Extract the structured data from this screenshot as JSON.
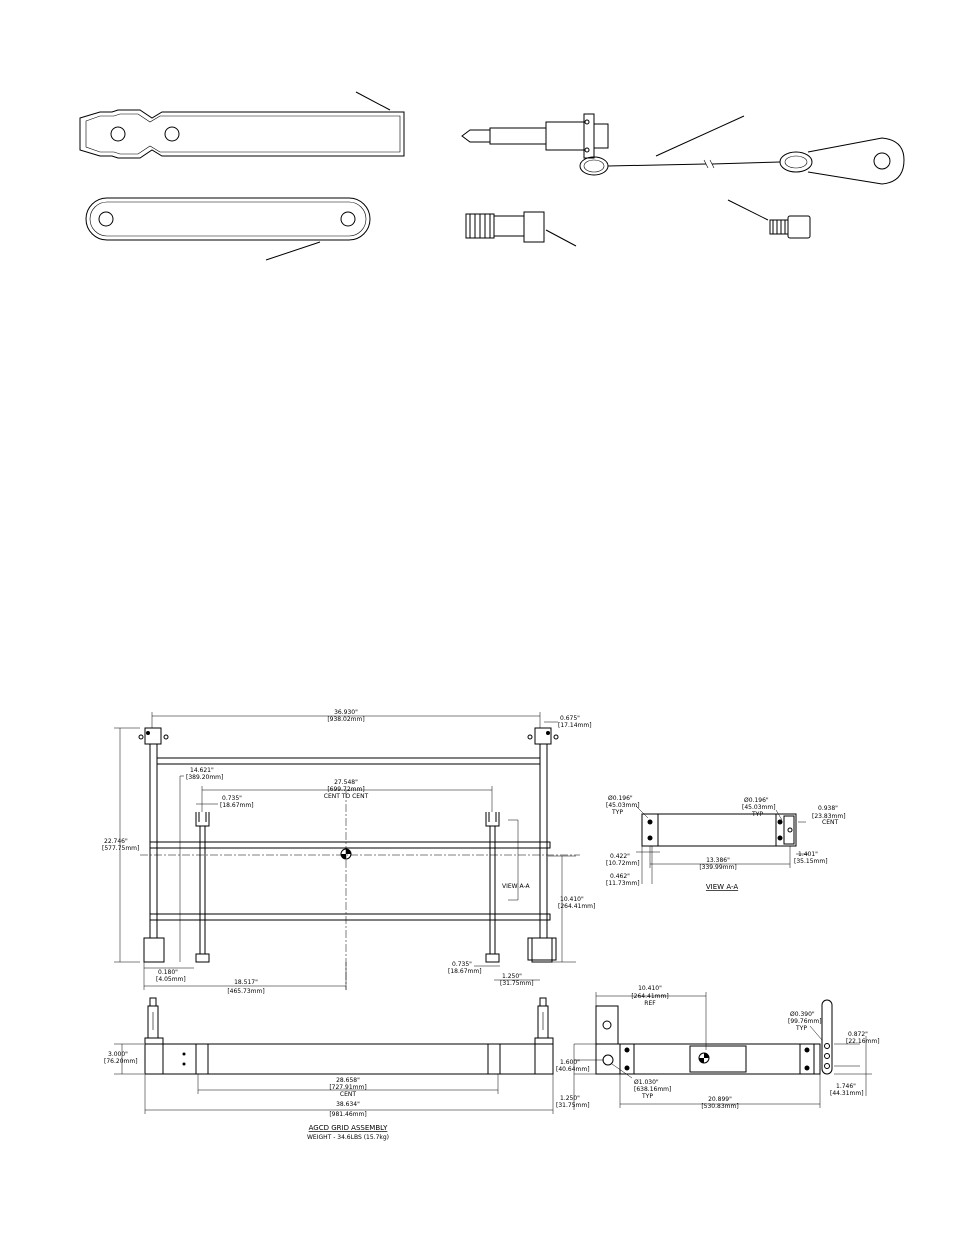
{
  "dims": {
    "overall_top": "36.930\"",
    "overall_top_mm": "[938.02mm]",
    "clevis_w": "0.675\"",
    "clevis_w_mm": "[17.14mm]",
    "height_left": "22.746\"",
    "height_left_mm": "[577.75mm]",
    "d1462": "14.621\"",
    "d1462_mm": "[389.20mm]",
    "cent_to_cent": "27.548\"",
    "cent_to_cent_mm": "[699.72mm]",
    "cent_to_cent_note": "CENT TO CENT",
    "d0735a": "0.735\"",
    "d0735a_mm": "[18.67mm]",
    "view_aa_label": "VIEW A-A",
    "d10410": "10.410\"",
    "d10410_mm": "[264.41mm]",
    "d0180": "0.180\"",
    "d0180_mm": "[4.05mm]",
    "d18517": "18.517\"",
    "d18517_mm": "[465.73mm]",
    "d0735b": "0.735\"",
    "d0735b_mm": "[18.67mm]",
    "d1250a": "1.250\"",
    "d1250a_mm": "[31.75mm]",
    "d3000": "3.000\"",
    "d3000_mm": "[76.20mm]",
    "d28658": "28.658\"",
    "d28658_mm": "[727.91mm]",
    "cent": "CENT",
    "d38634": "38.634\"",
    "d38634_mm": "[981.46mm]",
    "title": "AGCD GRID ASSEMBLY",
    "weight": "WEIGHT - 34.6LBS (15.7kg)"
  },
  "view_aa": {
    "hole1": "Ø0.196\"",
    "hole1_mm": "[45.03mm]",
    "hole1_typ": "TYP",
    "hole2": "Ø0.196\"",
    "hole2_mm": "[45.03mm]",
    "hole2_typ": "TYP",
    "d0938": "0.938\"",
    "d0938_mm": "[23.83mm]",
    "d0938_cent": "CENT",
    "d0422": "0.422\"",
    "d0422_mm": "[10.72mm]",
    "d13386": "13.386\"",
    "d13386_mm": "[339.99mm]",
    "d1401": "1.401\"",
    "d1401_mm": "[35.15mm]",
    "d0462": "0.462\"",
    "d0462_mm": "[11.73mm]",
    "title": "VIEW A-A"
  },
  "side": {
    "d10410": "10.410\"",
    "d10410_mm": "[264.41mm]",
    "d10410_ref": "REF",
    "pin": "Ø0.390\"",
    "pin_mm": "[99.76mm]",
    "pin_typ": "TYP",
    "d0872": "0.872\"",
    "d0872_mm": "[22.16mm]",
    "d1600": "1.600\"",
    "d1600_mm": "[40.64mm]",
    "hole": "Ø1.030\"",
    "hole_mm": "[638.16mm]",
    "hole_typ": "TYP",
    "d1746": "1.746\"",
    "d1746_mm": "[44.31mm]",
    "d1250": "1.250\"",
    "d1250_mm": "[31.75mm]",
    "d20899": "20.899\"",
    "d20899_mm": "[530.83mm]"
  }
}
